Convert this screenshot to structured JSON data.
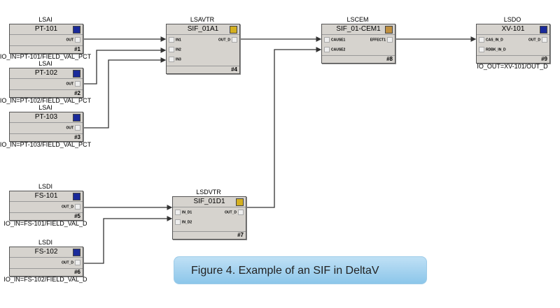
{
  "blocks": [
    {
      "type": "LSAI",
      "name": "PT-101",
      "num": "#1",
      "io": "IO_IN=PT-101/FIELD_VAL_PCT",
      "outputs": [
        "OUT"
      ],
      "inputs": [],
      "icon": "analog-input-icon"
    },
    {
      "type": "LSAI",
      "name": "PT-102",
      "num": "#2",
      "io": "IO_IN=PT-102/FIELD_VAL_PCT",
      "outputs": [
        "OUT"
      ],
      "inputs": [],
      "icon": "analog-input-icon"
    },
    {
      "type": "LSAI",
      "name": "PT-103",
      "num": "#3",
      "io": "IO_IN=PT-103/FIELD_VAL_PCT",
      "outputs": [
        "OUT"
      ],
      "inputs": [],
      "icon": "analog-input-icon"
    },
    {
      "type": "LSAVTR",
      "name": "SIF_01A1",
      "num": "#4",
      "io": "",
      "inputs": [
        "IN1",
        "IN2",
        "IN3"
      ],
      "outputs": [
        "OUT_D"
      ],
      "icon": "voter-icon"
    },
    {
      "type": "LSDI",
      "name": "FS-101",
      "num": "#5",
      "io": "IO_IN=FS-101/FIELD_VAL_D",
      "outputs": [
        "OUT_D"
      ],
      "inputs": [],
      "icon": "discrete-input-icon"
    },
    {
      "type": "LSDI",
      "name": "FS-102",
      "num": "#6",
      "io": "IO_IN=FS-102/FIELD_VAL_D",
      "outputs": [
        "OUT_D"
      ],
      "inputs": [],
      "icon": "discrete-input-icon"
    },
    {
      "type": "LSDVTR",
      "name": "SIF_01D1",
      "num": "#7",
      "io": "",
      "inputs": [
        "IN_D1",
        "IN_D2"
      ],
      "outputs": [
        "OUT_D"
      ],
      "icon": "voter-icon"
    },
    {
      "type": "LSCEM",
      "name": "SIF_01-CEM1",
      "num": "#8",
      "io": "",
      "inputs": [
        "CAUSE1",
        "CAUSE2"
      ],
      "outputs": [
        "EFFECT1"
      ],
      "icon": "cem-icon"
    },
    {
      "type": "LSDO",
      "name": "XV-101",
      "num": "#9",
      "io": "IO_OUT=XV-101/OUT_D",
      "inputs": [
        "CAS_IN_D",
        "RDBK_IN_D"
      ],
      "outputs": [
        "OUT_D"
      ],
      "icon": "discrete-output-icon"
    }
  ],
  "caption": "Figure 4. Example of an SIF in DeltaV",
  "colors": {
    "block": "#d6d3ce",
    "caption_bg": "#a8d4f0",
    "input_icon": "#1a2a9a",
    "voter_icon": "#d4b020"
  }
}
